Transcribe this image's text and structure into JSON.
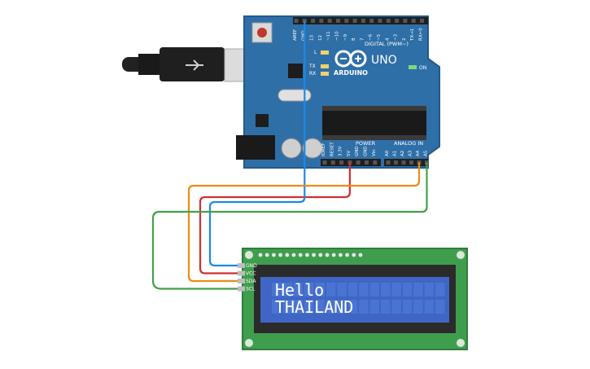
{
  "arduino": {
    "logo_text": "ARDUINO",
    "model": "UNO",
    "on_label": "ON",
    "l_label": "L",
    "tx_label": "TX",
    "rx_label": "RX",
    "digital_label": "DIGITAL (PWM~)",
    "power_label": "POWER",
    "analog_label": "ANALOG IN",
    "digital_pins": [
      "AREF",
      "GND",
      "13",
      "12",
      "~11",
      "~10",
      "~9",
      "8",
      "7",
      "~6",
      "~5",
      "4",
      "~3",
      "2",
      "TX→1",
      "RX←0"
    ],
    "power_pins": [
      "IOREF",
      "RESET",
      "3.3V",
      "5V",
      "GND",
      "GND",
      "Vin"
    ],
    "analog_pins": [
      "A0",
      "A1",
      "A2",
      "A3",
      "A4",
      "A5"
    ]
  },
  "lcd": {
    "pins": [
      "GND",
      "VCC",
      "SDA",
      "SCL"
    ],
    "line1": "Hello",
    "line2": "THAILAND"
  },
  "wires": [
    {
      "from": "5V",
      "to": "VCC",
      "color": "#d32f2f"
    },
    {
      "from": "GND",
      "to": "GND",
      "color": "#1e88e5"
    },
    {
      "from": "A4",
      "to": "SDA",
      "color": "#ef8a17"
    },
    {
      "from": "A5",
      "to": "SCL",
      "color": "#43a047"
    }
  ],
  "colors": {
    "board": "#2f6fa8",
    "lcd_pcb": "#3f9e4d",
    "lcd_screen": "#3f66c4"
  }
}
